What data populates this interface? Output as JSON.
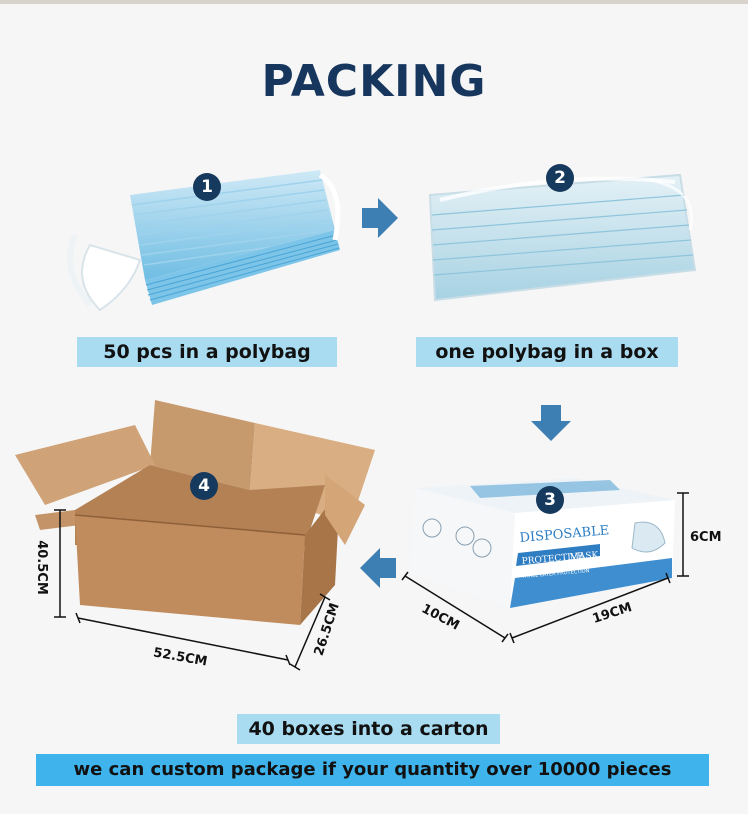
{
  "title": "PACKING",
  "steps": [
    {
      "number": "1",
      "label": "50 pcs in a polybag"
    },
    {
      "number": "2",
      "label": "one polybag in a box"
    },
    {
      "number": "3",
      "label": ""
    },
    {
      "number": "4",
      "label": "40 boxes into a carton"
    }
  ],
  "dimensions": {
    "box_height": "6CM",
    "box_depth": "10CM",
    "box_length": "19CM",
    "carton_height": "40.5CM",
    "carton_length": "52.5CM",
    "carton_depth": "26.5CM"
  },
  "box_print": {
    "brand": "DISPOSABLE",
    "line2": "PROTECTIVE",
    "line3": "MASK",
    "strip": "THREE LAYER PROTECTION"
  },
  "footer_note": "we can custom package if your quantity over 10000 pieces",
  "colors": {
    "title": "#17365d",
    "label_bg": "#a9dcf1",
    "note_bg": "#3fb4ec",
    "badge": "#16395e",
    "arrow": "#3e7fb3"
  }
}
